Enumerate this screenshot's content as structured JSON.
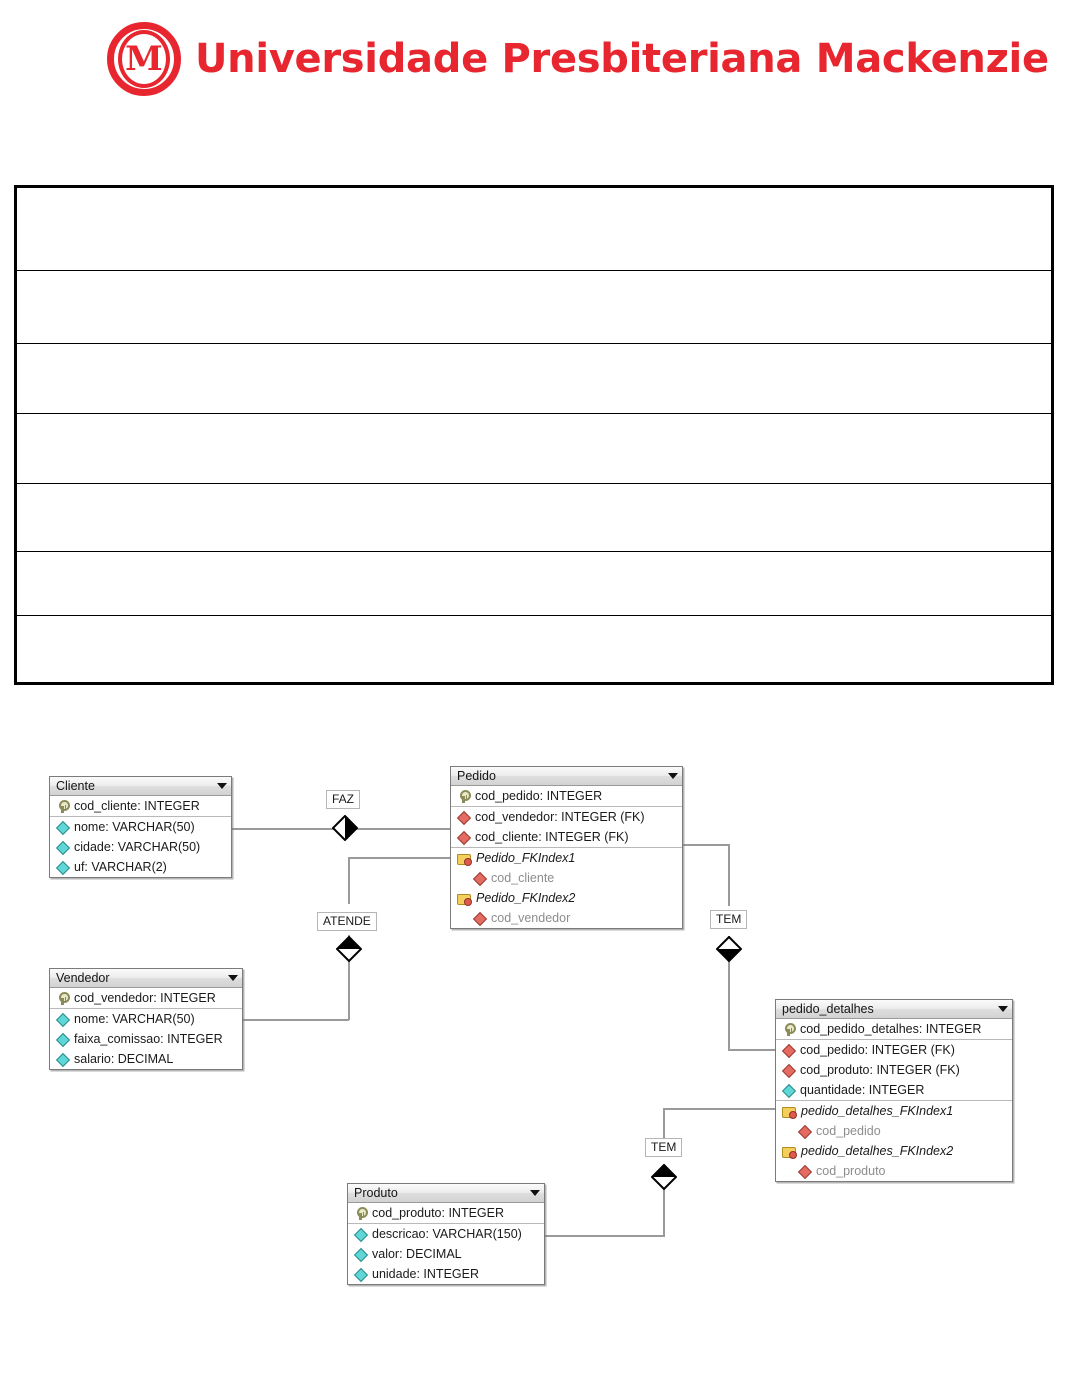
{
  "header": {
    "logo_letter": "M",
    "logo_name": "logo-mackenzie",
    "title": "Universidade Presbiteriana Mackenzie",
    "brand_color": "#e8262f"
  },
  "form_table": {
    "rows": [
      "",
      "",
      "",
      "",
      "",
      "",
      ""
    ],
    "row_count": 7
  },
  "diagram": {
    "type": "entity-relationship",
    "entities": [
      {
        "name": "Cliente",
        "columns": [
          {
            "icon": "key-icon",
            "text": "cod_cliente: INTEGER",
            "kind": "pk"
          },
          {
            "icon": "diamond-cyan-icon",
            "text": "nome: VARCHAR(50)",
            "kind": "column"
          },
          {
            "icon": "diamond-cyan-icon",
            "text": "cidade: VARCHAR(50)",
            "kind": "column"
          },
          {
            "icon": "diamond-cyan-icon",
            "text": "uf: VARCHAR(2)",
            "kind": "column"
          }
        ],
        "indexes": []
      },
      {
        "name": "Pedido",
        "columns": [
          {
            "icon": "key-icon",
            "text": "cod_pedido: INTEGER",
            "kind": "pk"
          },
          {
            "icon": "diamond-red-icon",
            "text": "cod_vendedor: INTEGER (FK)",
            "kind": "fk"
          },
          {
            "icon": "diamond-red-icon",
            "text": "cod_cliente: INTEGER (FK)",
            "kind": "fk"
          }
        ],
        "indexes": [
          {
            "icon": "folder-icon",
            "name": "Pedido_FKIndex1",
            "column_icon": "diamond-red-icon",
            "column": "cod_cliente"
          },
          {
            "icon": "folder-icon",
            "name": "Pedido_FKIndex2",
            "column_icon": "diamond-red-icon",
            "column": "cod_vendedor"
          }
        ]
      },
      {
        "name": "Vendedor",
        "columns": [
          {
            "icon": "key-icon",
            "text": "cod_vendedor: INTEGER",
            "kind": "pk"
          },
          {
            "icon": "diamond-cyan-icon",
            "text": "nome: VARCHAR(50)",
            "kind": "column"
          },
          {
            "icon": "diamond-cyan-icon",
            "text": "faixa_comissao: INTEGER",
            "kind": "column"
          },
          {
            "icon": "diamond-cyan-icon",
            "text": "salario: DECIMAL",
            "kind": "column"
          }
        ],
        "indexes": []
      },
      {
        "name": "pedido_detalhes",
        "columns": [
          {
            "icon": "key-icon",
            "text": "cod_pedido_detalhes: INTEGER",
            "kind": "pk"
          },
          {
            "icon": "diamond-red-icon",
            "text": "cod_pedido: INTEGER (FK)",
            "kind": "fk"
          },
          {
            "icon": "diamond-red-icon",
            "text": "cod_produto: INTEGER (FK)",
            "kind": "fk"
          },
          {
            "icon": "diamond-cyan-icon",
            "text": "quantidade: INTEGER",
            "kind": "column"
          }
        ],
        "indexes": [
          {
            "icon": "folder-icon",
            "name": "pedido_detalhes_FKIndex1",
            "column_icon": "diamond-red-icon",
            "column": "cod_pedido"
          },
          {
            "icon": "folder-icon",
            "name": "pedido_detalhes_FKIndex2",
            "column_icon": "diamond-red-icon",
            "column": "cod_produto"
          }
        ]
      },
      {
        "name": "Produto",
        "columns": [
          {
            "icon": "key-icon",
            "text": "cod_produto: INTEGER",
            "kind": "pk"
          },
          {
            "icon": "diamond-cyan-icon",
            "text": "descricao: VARCHAR(150)",
            "kind": "column"
          },
          {
            "icon": "diamond-cyan-icon",
            "text": "valor: DECIMAL",
            "kind": "column"
          },
          {
            "icon": "diamond-cyan-icon",
            "text": "unidade: INTEGER",
            "kind": "column"
          }
        ],
        "indexes": []
      }
    ],
    "relationships": [
      {
        "label": "FAZ",
        "from": "Cliente",
        "to": "Pedido",
        "marker": "half-filled-right-diamond"
      },
      {
        "label": "ATENDE",
        "from": "Vendedor",
        "to": "Pedido",
        "marker": "half-filled-top-diamond"
      },
      {
        "label": "TEM",
        "from": "Pedido",
        "to": "pedido_detalhes",
        "marker": "half-filled-bottom-diamond"
      },
      {
        "label": "TEM",
        "from": "Produto",
        "to": "pedido_detalhes",
        "marker": "half-filled-top-diamond"
      }
    ]
  }
}
